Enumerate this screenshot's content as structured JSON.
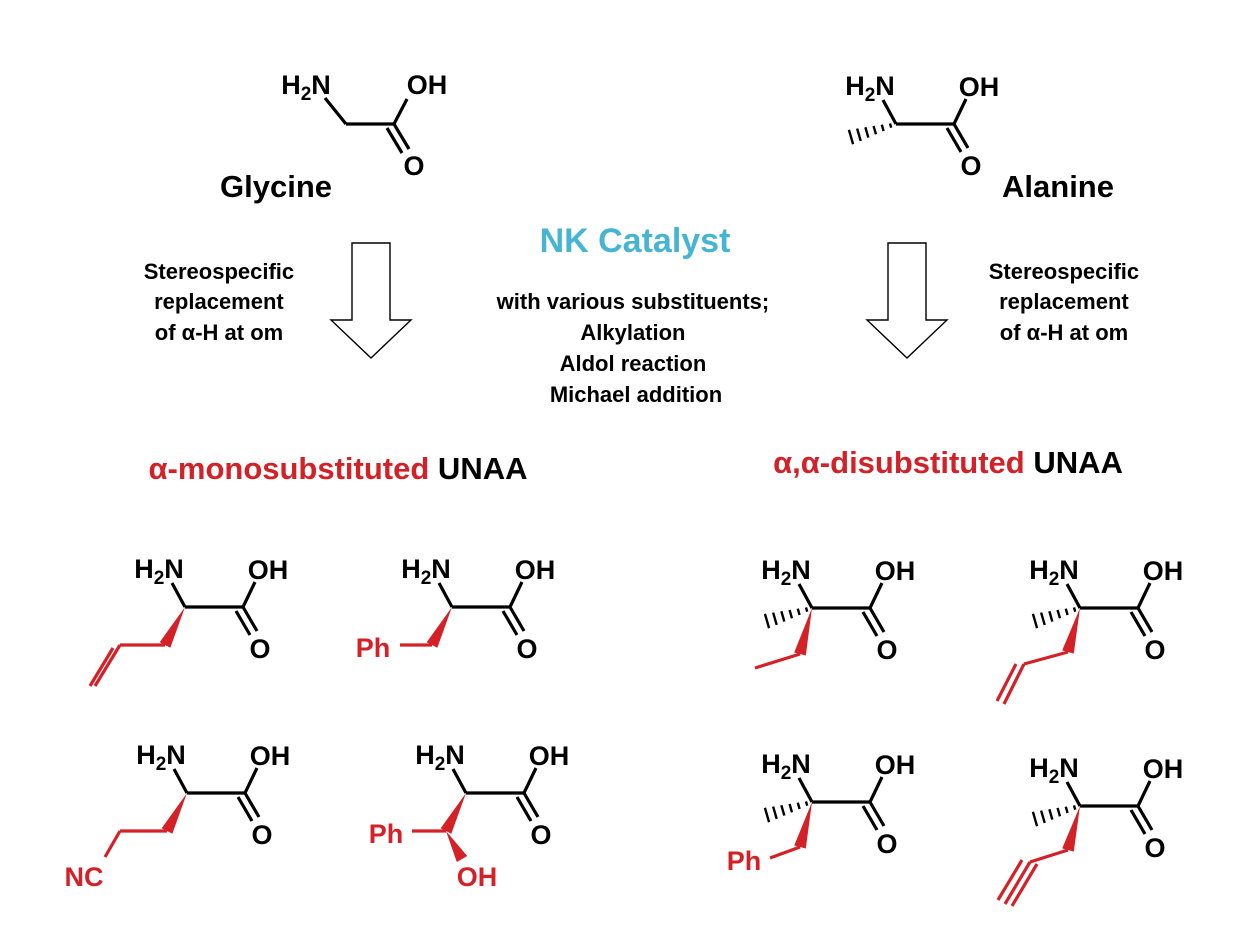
{
  "colors": {
    "accent": "#46b4d3",
    "substituent": "#d42027",
    "text": "#000000"
  },
  "molecules": {
    "glycine": {
      "nh2": "H2N",
      "oh": "OH",
      "o": "O",
      "name": "Glycine"
    },
    "alanine": {
      "nh2": "H2N",
      "oh": "OH",
      "o": "O",
      "name": "Alanine"
    }
  },
  "catalyst": {
    "title": "NK Catalyst",
    "lines": [
      "with various substituents;",
      "Alkylation",
      "Aldol reaction",
      "Michael addition"
    ]
  },
  "left_note": {
    "lines": [
      "Stereospecific",
      "replacement",
      "of α-H at om"
    ]
  },
  "right_note": {
    "lines": [
      "Stereospecific",
      "replacement",
      "of α-H at om"
    ]
  },
  "headings": {
    "mono": {
      "colored": "α-monosubstituted",
      "plain": " UNAA"
    },
    "di": {
      "colored": "α,α-disubstituted",
      "plain": " UNAA"
    }
  },
  "products": {
    "mono": [
      {
        "nh2": "H2N",
        "oh": "OH",
        "o": "O",
        "substituent": "allyl"
      },
      {
        "nh2": "H2N",
        "oh": "OH",
        "o": "O",
        "substituent": "benzyl",
        "label": "Ph"
      },
      {
        "nh2": "H2N",
        "oh": "OH",
        "o": "O",
        "substituent": "cyanoethyl",
        "label": "NC"
      },
      {
        "nh2": "H2N",
        "oh": "OH",
        "o": "O",
        "substituent": "hydroxybenzyl",
        "label": "Ph",
        "label2": "OH"
      }
    ],
    "di": [
      {
        "nh2": "H2N",
        "oh": "OH",
        "o": "O",
        "substituent": "ethyl"
      },
      {
        "nh2": "H2N",
        "oh": "OH",
        "o": "O",
        "substituent": "allyl"
      },
      {
        "nh2": "H2N",
        "oh": "OH",
        "o": "O",
        "substituent": "benzyl",
        "label": "Ph"
      },
      {
        "nh2": "H2N",
        "oh": "OH",
        "o": "O",
        "substituent": "propargyl"
      }
    ]
  }
}
